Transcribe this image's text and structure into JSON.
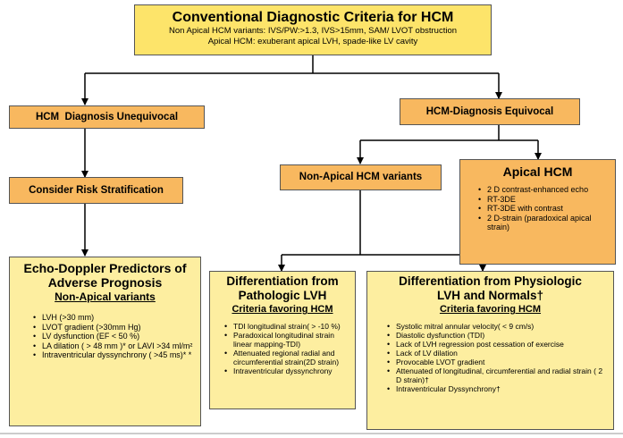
{
  "title": {
    "heading": "Conventional Diagnostic Criteria for HCM",
    "line1": "Non Apical HCM variants: IVS/PW:>1.3, IVS>15mm, SAM/ LVOT obstruction",
    "line2": "Apical HCM: exuberant apical LVH, spade-like LV cavity"
  },
  "unequivocal": {
    "label": "HCM  Diagnosis Unequivocal"
  },
  "equivocal": {
    "label": "HCM-Diagnosis Equivocal"
  },
  "risk": {
    "label": "Consider Risk Stratification"
  },
  "nonapical": {
    "label": "Non-Apical HCM variants"
  },
  "apical": {
    "heading": "Apical HCM",
    "items": [
      "2 D contrast-enhanced echo",
      "RT-3DE",
      "RT-3DE with contrast",
      "2 D-strain  (paradoxical apical strain)"
    ]
  },
  "echo": {
    "heading1": "Echo-Doppler Predictors of",
    "heading2": "Adverse Prognosis",
    "subheading": "Non-Apical variants",
    "items": [
      "LVH (>30 mm)",
      "LVOT gradient (>30mm Hg)",
      "LV dysfunction (EF < 50 %)",
      "LA dilation ( > 48 mm )* or LAVI >34 ml/m²",
      "Intraventricular dyssynchrony ( >45 ms)* *"
    ]
  },
  "pathologic": {
    "heading1": "Differentiation from",
    "heading2": "Pathologic LVH",
    "subheading": "Criteria favoring HCM",
    "items": [
      "TDI longitudinal strain( > -10 %)",
      "Paradoxical longitudinal strain linear mapping-TDI)",
      "Attenuated regional radial  and circumferential strain(2D strain)",
      "Intraventricular dyssynchrony"
    ]
  },
  "physiologic": {
    "heading1": "Differentiation from Physiologic",
    "heading2": "LVH and Normals†",
    "subheading": "Criteria favoring HCM",
    "items": [
      "Systolic mitral annular velocity( < 9 cm/s)",
      "Diastolic dysfunction (TDI)",
      "Lack of LVH regression post cessation of exercise",
      "Lack of LV dilation",
      "Provocable LVOT gradient",
      "Attenuated of longitudinal, circumferential and radial strain ( 2 D strain)†",
      "Intraventricular Dyssynchrony†"
    ]
  }
}
